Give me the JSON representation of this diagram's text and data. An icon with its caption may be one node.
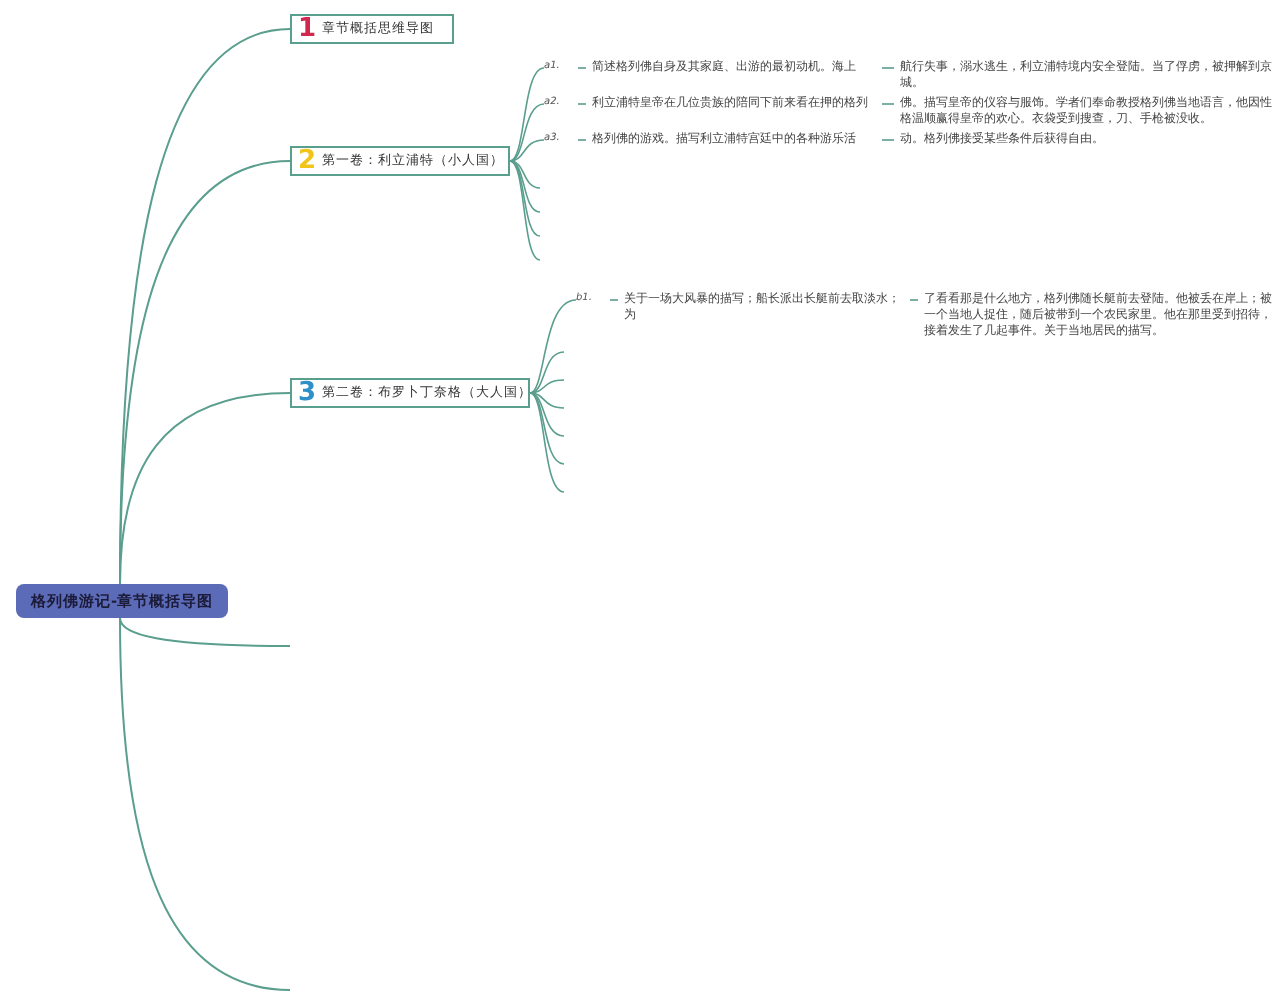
{
  "diagram": {
    "nodes": [
      {
        "text": [
          "格列佛游记-章节概括导图"
        ]
      },
      {
        "text": [
          "1",
          "章节概括思维导图"
        ]
      },
      {
        "text": [
          "2",
          "第一卷：利立浦特（小人国）"
        ]
      },
      {
        "text": [
          "3",
          "第二卷：布罗卜丁奈格（大人国）"
        ]
      },
      {
        "text": [
          "a1."
        ]
      },
      {
        "text": [
          "简述格列佛自身及其家庭、出游的最初动机。海上"
        ]
      },
      {
        "text": [
          "航行失事，溺水逃生，利立浦特境内安全登陆。当了俘虏，被押解到京城。"
        ]
      },
      {
        "text": [
          "a2."
        ]
      },
      {
        "text": [
          "利立浦特皇帝在几位贵族的陪同下前来看在押的格列"
        ]
      },
      {
        "text": [
          "佛。描写皇帝的仪容与服饰。学者们奉命教授格列佛当地语言，他因性格温顺赢得皇帝的欢心。衣袋受到搜查，刀、手枪被没收。"
        ]
      },
      {
        "text": [
          "a3."
        ]
      },
      {
        "text": [
          "格列佛的游戏。描写利立浦特宫廷中的各种游乐活"
        ]
      },
      {
        "text": [
          "动。格列佛接受某些条件后获得自由。"
        ]
      },
      {
        "text": [
          "b1."
        ]
      },
      {
        "text": [
          "关于一场大风暴的描写；船长派出长艇前去取淡水；为"
        ]
      },
      {
        "text": [
          "了看看那是什么地方，格列佛随长艇前去登陆。他被丢在岸上；被一个当地人捉住，随后被带到一个农民家里。他在那里受到招待，接着发生了几起事件。关于当地居民的描写。"
        ]
      }
    ],
    "edges": [
      {
        "from": 0,
        "to": 1,
        "arrow": "none"
      },
      {
        "from": 0,
        "to": 2,
        "arrow": "none"
      },
      {
        "from": 0,
        "to": 3,
        "arrow": "none"
      },
      {
        "from": 0,
        "to": null,
        "arrow": "none"
      },
      {
        "from": 0,
        "to": null,
        "arrow": "none"
      },
      {
        "from": 2,
        "to": 4,
        "arrow": "none"
      },
      {
        "from": 2,
        "to": 7,
        "arrow": "none"
      },
      {
        "from": 2,
        "to": 10,
        "arrow": "none"
      },
      {
        "from": 2,
        "to": null,
        "arrow": "none"
      },
      {
        "from": 2,
        "to": null,
        "arrow": "none"
      },
      {
        "from": 2,
        "to": null,
        "arrow": "none"
      },
      {
        "from": 2,
        "to": null,
        "arrow": "none"
      },
      {
        "from": 4,
        "to": 5,
        "arrow": "none"
      },
      {
        "from": 5,
        "to": 6,
        "arrow": "none"
      },
      {
        "from": 7,
        "to": 8,
        "arrow": "none"
      },
      {
        "from": 8,
        "to": 9,
        "arrow": "none"
      },
      {
        "from": 10,
        "to": 11,
        "arrow": "none"
      },
      {
        "from": 11,
        "to": 12,
        "arrow": "none"
      },
      {
        "from": 3,
        "to": 13,
        "arrow": "none"
      },
      {
        "from": 3,
        "to": null,
        "arrow": "none"
      },
      {
        "from": 3,
        "to": null,
        "arrow": "none"
      },
      {
        "from": 3,
        "to": null,
        "arrow": "none"
      },
      {
        "from": 3,
        "to": null,
        "arrow": "none"
      },
      {
        "from": 3,
        "to": null,
        "arrow": "none"
      },
      {
        "from": 3,
        "to": null,
        "arrow": "none"
      },
      {
        "from": 13,
        "to": 14,
        "arrow": "none"
      },
      {
        "from": 14,
        "to": 15,
        "arrow": "none"
      }
    ]
  }
}
